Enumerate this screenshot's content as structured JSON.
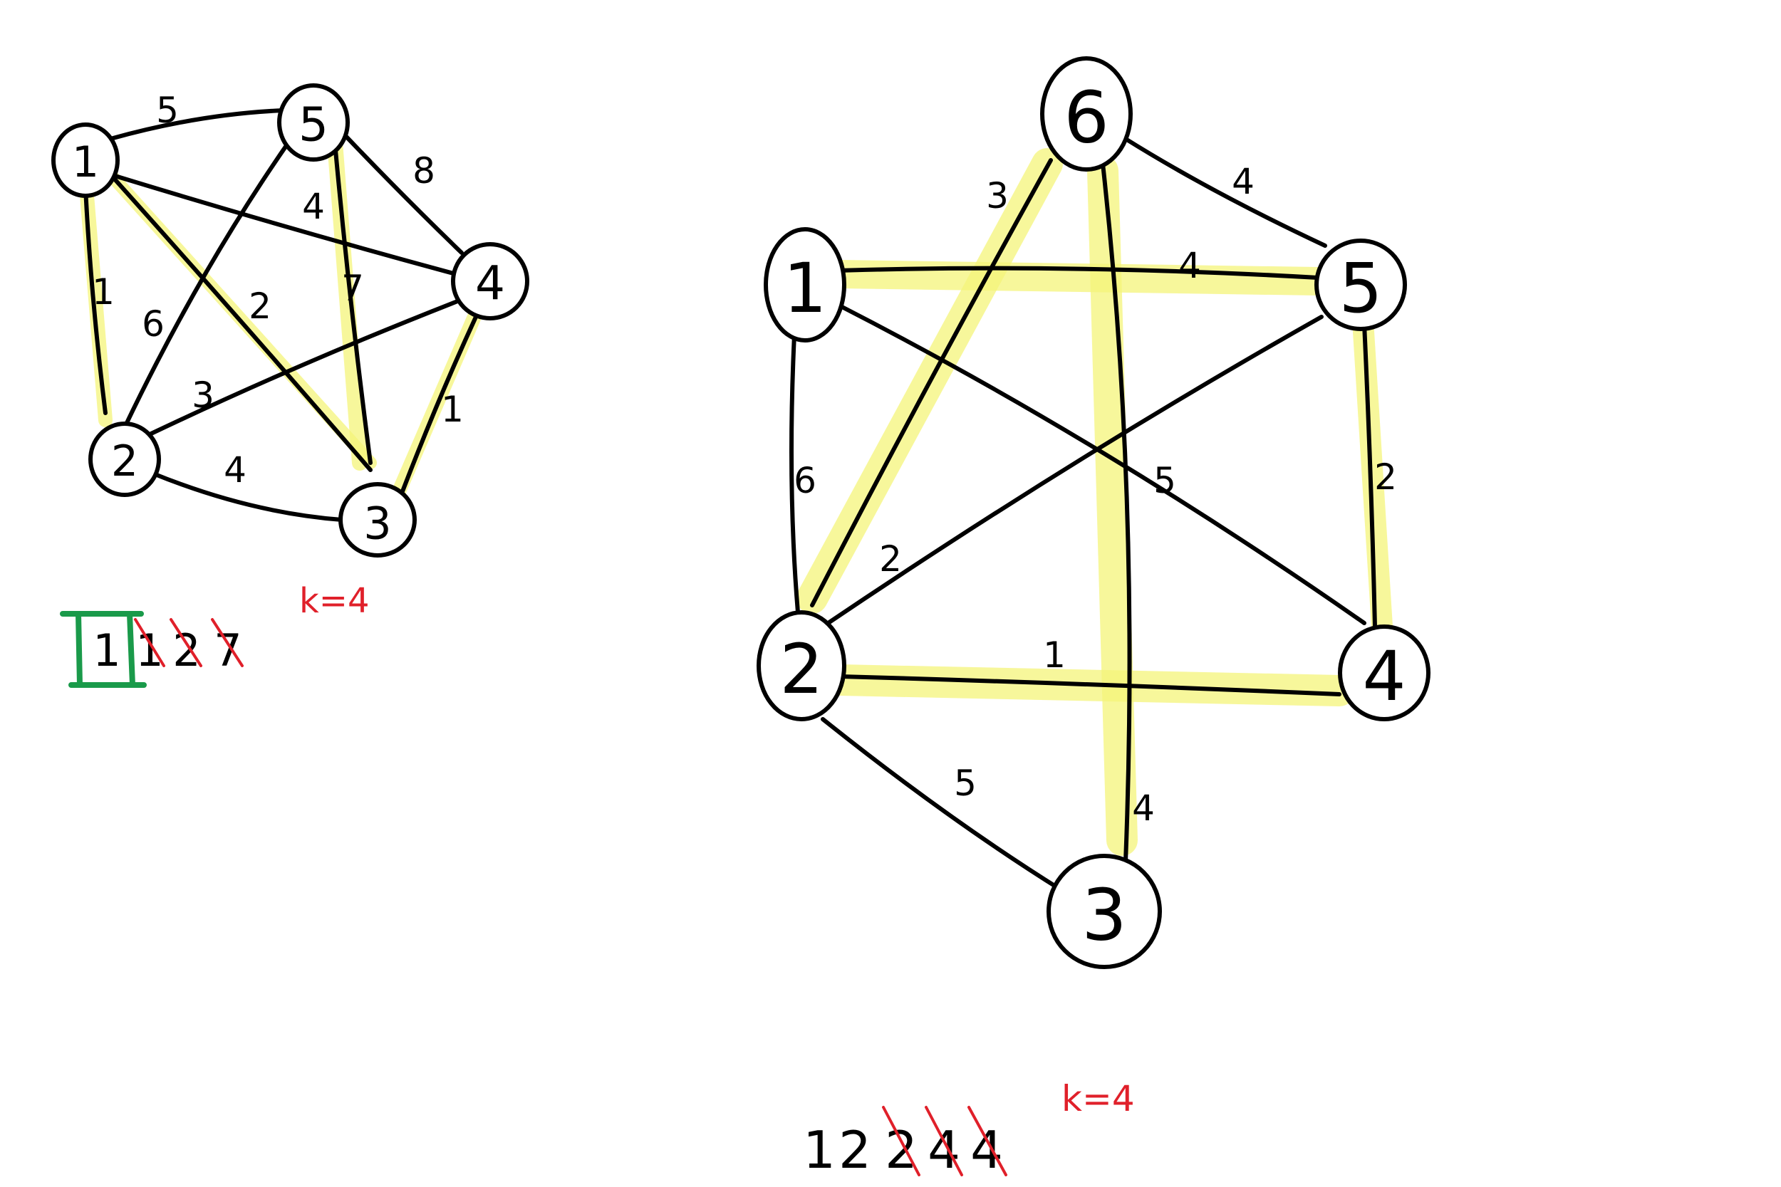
{
  "graph1": {
    "nodes": [
      {
        "id": "n1",
        "label": "1"
      },
      {
        "id": "n2",
        "label": "2"
      },
      {
        "id": "n3",
        "label": "3"
      },
      {
        "id": "n4",
        "label": "4"
      },
      {
        "id": "n5",
        "label": "5"
      }
    ],
    "edges": [
      {
        "from": "1",
        "to": "5",
        "weight": "5",
        "highlight": false
      },
      {
        "from": "5",
        "to": "4",
        "weight": "8",
        "highlight": false
      },
      {
        "from": "1",
        "to": "4",
        "weight": "4",
        "highlight": false
      },
      {
        "from": "5",
        "to": "3",
        "weight": "7",
        "highlight": true
      },
      {
        "from": "1",
        "to": "3",
        "weight": "2",
        "highlight": true
      },
      {
        "from": "1",
        "to": "2",
        "weight": "1",
        "highlight": true
      },
      {
        "from": "5",
        "to": "2",
        "weight": "6",
        "highlight": false
      },
      {
        "from": "2",
        "to": "4",
        "weight": "3",
        "highlight": false
      },
      {
        "from": "2",
        "to": "3",
        "weight": "4",
        "highlight": false
      },
      {
        "from": "4",
        "to": "3",
        "weight": "1",
        "highlight": true
      }
    ],
    "k_note": "k=4",
    "sequence": [
      "1",
      "1",
      "2",
      "7"
    ],
    "sequence_crossed": [
      false,
      true,
      true,
      true
    ]
  },
  "graph2": {
    "nodes": [
      {
        "id": "n1",
        "label": "1"
      },
      {
        "id": "n2",
        "label": "2"
      },
      {
        "id": "n3",
        "label": "3"
      },
      {
        "id": "n4",
        "label": "4"
      },
      {
        "id": "n5",
        "label": "5"
      },
      {
        "id": "n6",
        "label": "6"
      }
    ],
    "edges": [
      {
        "from": "6",
        "to": "5",
        "weight": "4",
        "highlight": false
      },
      {
        "from": "6",
        "to": "2",
        "weight": "3",
        "highlight": true
      },
      {
        "from": "6",
        "to": "3",
        "weight": "4",
        "highlight": true
      },
      {
        "from": "1",
        "to": "5",
        "weight": "4",
        "highlight": true
      },
      {
        "from": "1",
        "to": "2",
        "weight": "6",
        "highlight": false
      },
      {
        "from": "1",
        "to": "4",
        "weight": "5",
        "highlight": false
      },
      {
        "from": "5",
        "to": "2",
        "weight": "2",
        "highlight": false
      },
      {
        "from": "5",
        "to": "4",
        "weight": "2",
        "highlight": true
      },
      {
        "from": "2",
        "to": "4",
        "weight": "1",
        "highlight": true
      },
      {
        "from": "2",
        "to": "3",
        "weight": "5",
        "highlight": false
      }
    ],
    "k_note": "k=4",
    "sequence": [
      "1",
      "2",
      "2",
      "4",
      "4"
    ],
    "sequence_crossed": [
      false,
      false,
      true,
      true,
      true
    ]
  },
  "colors": {
    "highlight": "#f4f47a",
    "ink": "#000000",
    "annotation": "#e0202a",
    "box": "#1a9a4a"
  }
}
